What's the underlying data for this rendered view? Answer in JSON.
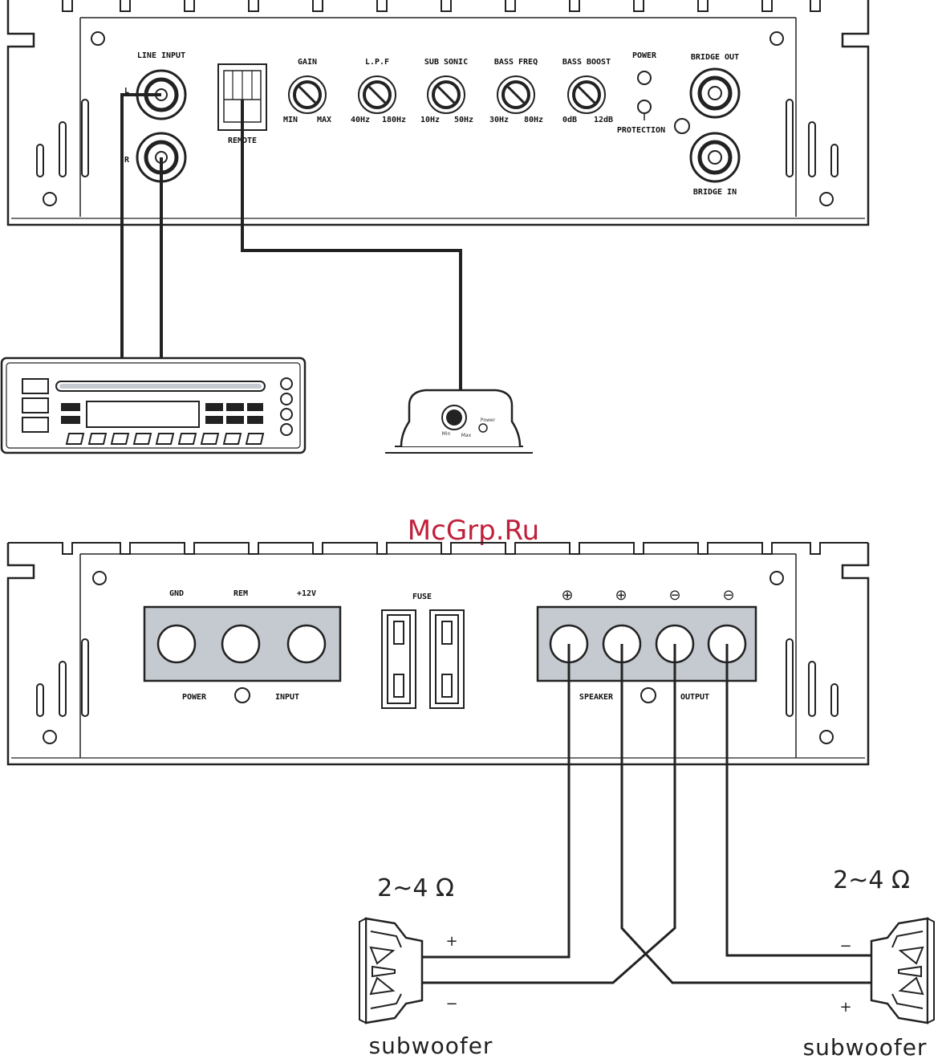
{
  "watermark": "McGrp.Ru",
  "top_amp": {
    "line_input": "LINE INPUT",
    "channel_l": "L",
    "channel_r": "R",
    "remote": "REMOTE",
    "knobs": [
      {
        "name": "GAIN",
        "min": "MIN",
        "max": "MAX"
      },
      {
        "name": "L.P.F",
        "min": "40Hz",
        "max": "180Hz"
      },
      {
        "name": "SUB SONIC",
        "min": "10Hz",
        "max": "50Hz"
      },
      {
        "name": "BASS FREQ",
        "min": "30Hz",
        "max": "80Hz"
      },
      {
        "name": "BASS BOOST",
        "min": "0dB",
        "max": "12dB"
      }
    ],
    "power": "POWER",
    "protection": "PROTECTION",
    "bridge_out": "BRIDGE OUT",
    "bridge_in": "BRIDGE IN"
  },
  "remote_control": {
    "min": "Min",
    "max": "Max",
    "power": "Power"
  },
  "bottom_amp": {
    "gnd": "GND",
    "rem": "REM",
    "plus12v": "+12V",
    "power": "POWER",
    "input": "INPUT",
    "fuse": "FUSE",
    "terminal_signs": [
      "⊕",
      "⊕",
      "⊖",
      "⊖"
    ],
    "speaker": "SPEAKER",
    "output": "OUTPUT"
  },
  "subwoofers": [
    {
      "impedance": "2~4 Ω",
      "label": "subwoofer",
      "top_sign": "+",
      "bottom_sign": "−"
    },
    {
      "impedance": "2~4 Ω",
      "label": "subwoofer",
      "top_sign": "−",
      "bottom_sign": "+"
    }
  ],
  "colors": {
    "line": "#222222",
    "terminal_fill": "#c5cad1",
    "watermark": "#c0203a"
  }
}
